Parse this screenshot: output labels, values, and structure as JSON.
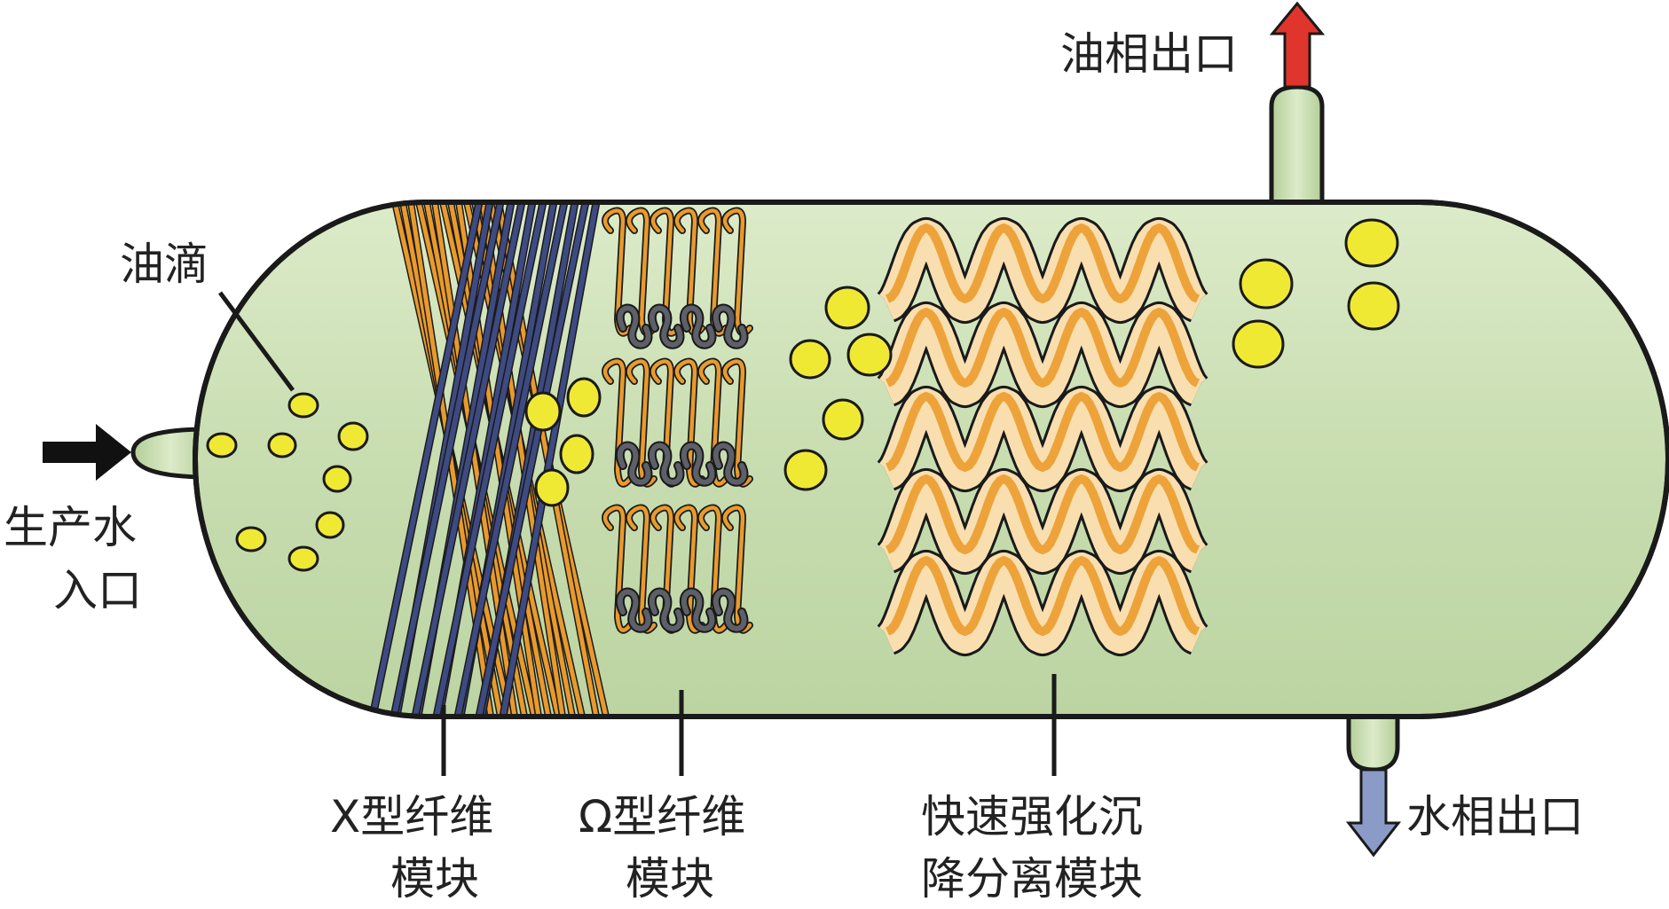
{
  "labels": {
    "oil_droplet": "油滴",
    "water_inlet_line1": "生产水",
    "water_inlet_line2": "入口",
    "oil_outlet": "油相出口",
    "water_outlet": "水相出口",
    "x_fiber_line1": "X型纤维",
    "x_fiber_line2": "模块",
    "omega_fiber_line1": "Ω型纤维",
    "omega_fiber_line2": "模块",
    "settling_line1": "快速强化沉",
    "settling_line2": "降分离模块"
  },
  "colors": {
    "vessel_fill": "#c5dcae",
    "vessel_highlight": "#dcebc9",
    "outline": "#1a1a1a",
    "droplet": "#f0e934",
    "fiber_orange": "#e99a2c",
    "fiber_blue": "#3e4a82",
    "fiber_gray": "#5d5f69",
    "wave_light": "#f9dfb0",
    "wave_orange": "#eda33a",
    "oil_arrow": "#e0352c",
    "water_arrow": "#8b9bc8",
    "inlet_arrow": "#111111"
  }
}
